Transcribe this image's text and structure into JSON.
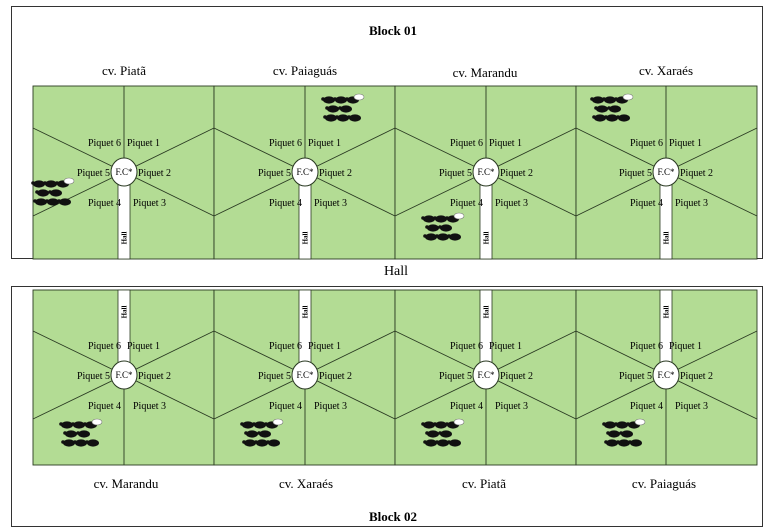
{
  "hall_label": "Hall",
  "blocks": [
    {
      "title": "Block 01",
      "hall_position": "below",
      "plots": [
        {
          "cultivar": "cv. Piatã",
          "herd": "left-middle"
        },
        {
          "cultivar": "cv. Paiaguás",
          "herd": "top-right"
        },
        {
          "cultivar": "cv. Marandu",
          "herd": "bottom-left"
        },
        {
          "cultivar": "cv. Xaraés",
          "herd": "top-left"
        }
      ]
    },
    {
      "title": "Block 02",
      "hall_position": "above",
      "plots": [
        {
          "cultivar": "cv. Marandu",
          "herd": "bottom-left"
        },
        {
          "cultivar": "cv. Xaraés",
          "herd": "bottom-left"
        },
        {
          "cultivar": "cv. Piatã",
          "herd": "bottom-left"
        },
        {
          "cultivar": "cv. Paiaguás",
          "herd": "bottom-left"
        }
      ]
    }
  ],
  "plot_labels": {
    "piquets": [
      "Piquet 1",
      "Piquet 2",
      "Piquet 3",
      "Piquet 4",
      "Piquet 5",
      "Piquet 6"
    ],
    "center": "F.C*",
    "hall": "Hall"
  },
  "colors": {
    "pasture": "#b3dc94",
    "line": "#2a3a22",
    "frame": "#333333",
    "animal": "#111111"
  },
  "icons": [
    "cattle-herd-icon"
  ]
}
